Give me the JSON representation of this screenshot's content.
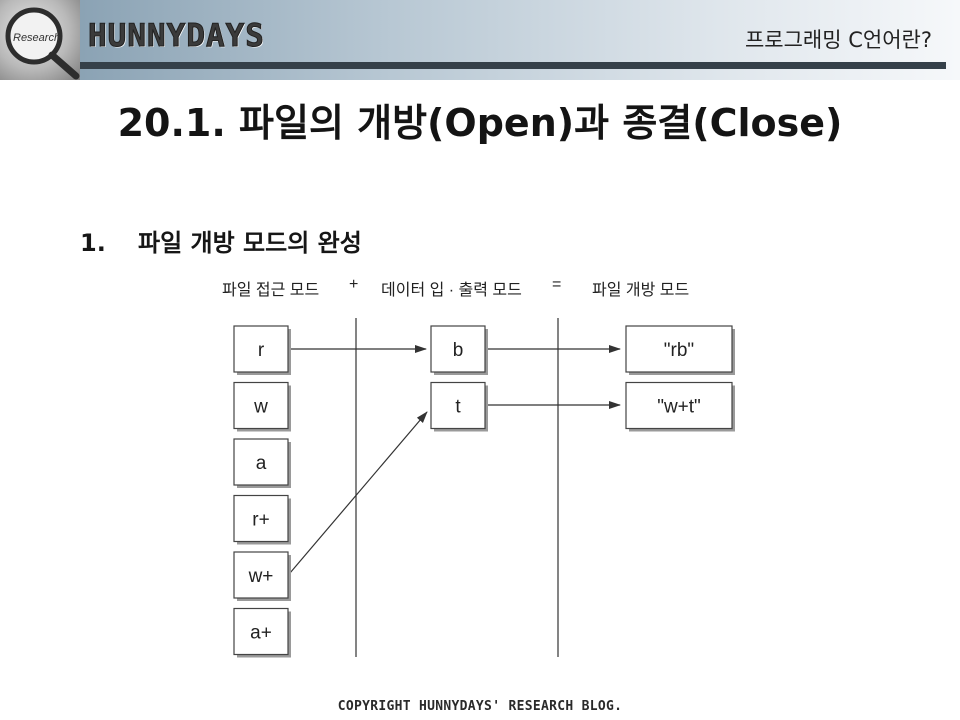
{
  "header": {
    "brand": "HUNNYDAYS",
    "logo_text": "Research",
    "subtitle": "프로그래밍 C언어란?"
  },
  "page_title": "20.1.  파일의 개방(Open)과 종결(Close)",
  "section": {
    "number": "1.",
    "title": "파일 개방 모드의 완성"
  },
  "diagram": {
    "headers": {
      "access": "파일 접근 모드",
      "plus": "+",
      "io": "데이터 입 · 출력 모드",
      "equals": "=",
      "result": "파일 개방 모드"
    },
    "access_modes": [
      "r",
      "w",
      "a",
      "r+",
      "w+",
      "a+"
    ],
    "io_modes": [
      "b",
      "t"
    ],
    "results": [
      "\"rb\"",
      "\"w+t\""
    ],
    "links": [
      {
        "from": "r",
        "via": "b",
        "to": "\"rb\""
      },
      {
        "from": "w+",
        "via": "t",
        "to": "\"w+t\""
      }
    ]
  },
  "footer": "COPYRIGHT HUNNYDAYS' RESEARCH BLOG.",
  "colors": {
    "header_bar": "#354049",
    "box_border": "#444444",
    "box_shadow": "#9a9a9a",
    "line": "#333333"
  }
}
